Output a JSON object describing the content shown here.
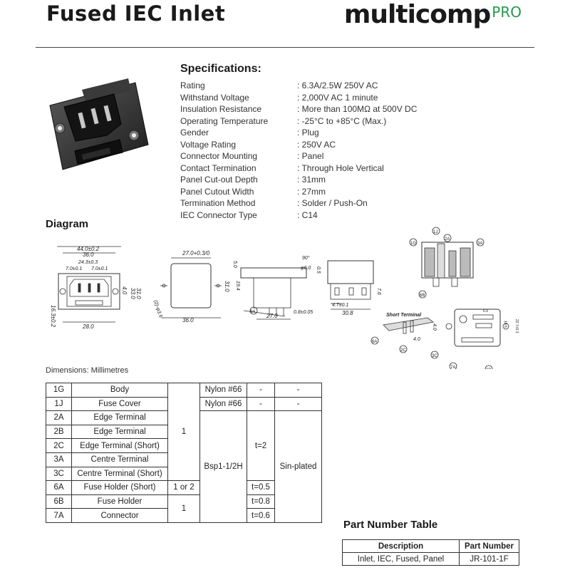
{
  "header": {
    "title": "Fused IEC Inlet",
    "brand": "multicomp",
    "brand_suffix": "PRO"
  },
  "specifications": {
    "heading": "Specifications:",
    "items": [
      {
        "label": "Rating",
        "value": ": 6.3A/2.5W 250V AC"
      },
      {
        "label": "Withstand Voltage",
        "value": ": 2,000V AC 1 minute"
      },
      {
        "label": "Insulation Resistance",
        "value": ": More than 100MΩ at 500V DC"
      },
      {
        "label": "Operating Temperature",
        "value": ": -25°C to +85°C (Max.)"
      },
      {
        "label": "Gender",
        "value": ": Plug"
      },
      {
        "label": "Voltage Rating",
        "value": ": 250V AC"
      },
      {
        "label": "Connector Mounting",
        "value": ": Panel"
      },
      {
        "label": "Contact Termination",
        "value": ": Through Hole Vertical"
      },
      {
        "label": "Panel Cut-out Depth",
        "value": ": 31mm"
      },
      {
        "label": "Panel Cutout Width",
        "value": ": 27mm"
      },
      {
        "label": "Termination Method",
        "value": ": Solder / Push-On"
      },
      {
        "label": "IEC Connector Type",
        "value": ": C14"
      }
    ]
  },
  "diagram": {
    "heading": "Diagram",
    "front_view": {
      "dim_top": "44.0±0.2",
      "dim_36": "36.0",
      "dim_24": "24.3±0.3",
      "dim_7a": "7.0±0.1",
      "dim_7b": "7.0±0.1",
      "dim_28": "28.0",
      "dim_16": "16.3±0.2",
      "dim_4": "4.0",
      "dim_33": "33.0",
      "dim_31": "31.0"
    },
    "cutout_view": {
      "dim_27": "27.0+0.3/0",
      "dim_31": "31.0",
      "dim_36": "36.0",
      "dim_r": "(2)-φ3.5"
    },
    "side_view": {
      "dim_90": "90°",
      "dim_6": "φ6.0",
      "dim_05": "0.5",
      "dim_194": "19.4",
      "dim_50": "5.0",
      "dim_27": "27.0",
      "dim_08": "0.8±0.05",
      "label_6a": "6A"
    },
    "bottom_view": {
      "dim_47": "4.7±0.1",
      "dim_308": "30.8",
      "dim_76": "7.6"
    },
    "exploded_labels": [
      "1J",
      "1G",
      "2A",
      "3A",
      "6B"
    ],
    "short_terminal": {
      "title": "Short Terminal",
      "dim_40a": "4.0",
      "dim_40b": "4.0",
      "labels": [
        "6A",
        "2C",
        "3C"
      ]
    },
    "rear_view": {
      "labels": [
        "7A",
        "2B"
      ],
      "dim_a": "6.9",
      "dim_b": "18.6",
      "dim_c": "22.7±0.3"
    }
  },
  "dims_note": "Dimensions: Millimetres",
  "parts_table": {
    "rows": [
      {
        "code": "1G",
        "part": "Body"
      },
      {
        "code": "1J",
        "part": "Fuse Cover"
      },
      {
        "code": "2A",
        "part": "Edge Terminal"
      },
      {
        "code": "2B",
        "part": "Edge Terminal"
      },
      {
        "code": "2C",
        "part": "Edge Terminal (Short)"
      },
      {
        "code": "3A",
        "part": "Centre Terminal"
      },
      {
        "code": "3C",
        "part": "Centre Terminal (Short)"
      },
      {
        "code": "6A",
        "part": "Fuse Holder (Short)"
      },
      {
        "code": "6B",
        "part": "Fuse Holder"
      },
      {
        "code": "7A",
        "part": "Connector"
      }
    ],
    "qty_1": "1",
    "qty_1or2": "1 or 2",
    "qty_1b": "1",
    "nylon_body": "Nylon #66",
    "nylon_cover": "Nylon #66",
    "material_bsp": "Bsp1-1/2H",
    "dash_a": "-",
    "dash_b": "-",
    "dash_c": "-",
    "dash_d": "-",
    "t2": "t=2",
    "t05": "t=0.5",
    "t08": "t=0.8",
    "t06": "t=0.6",
    "finish": "Sin-plated"
  },
  "part_number_table": {
    "heading": "Part Number Table",
    "col_description": "Description",
    "col_part_number": "Part Number",
    "description": "Inlet, IEC, Fused, Panel",
    "part_number": "JR-101-1F"
  },
  "colors": {
    "brand_pro": "#1f9d4a",
    "line": "#333333"
  }
}
